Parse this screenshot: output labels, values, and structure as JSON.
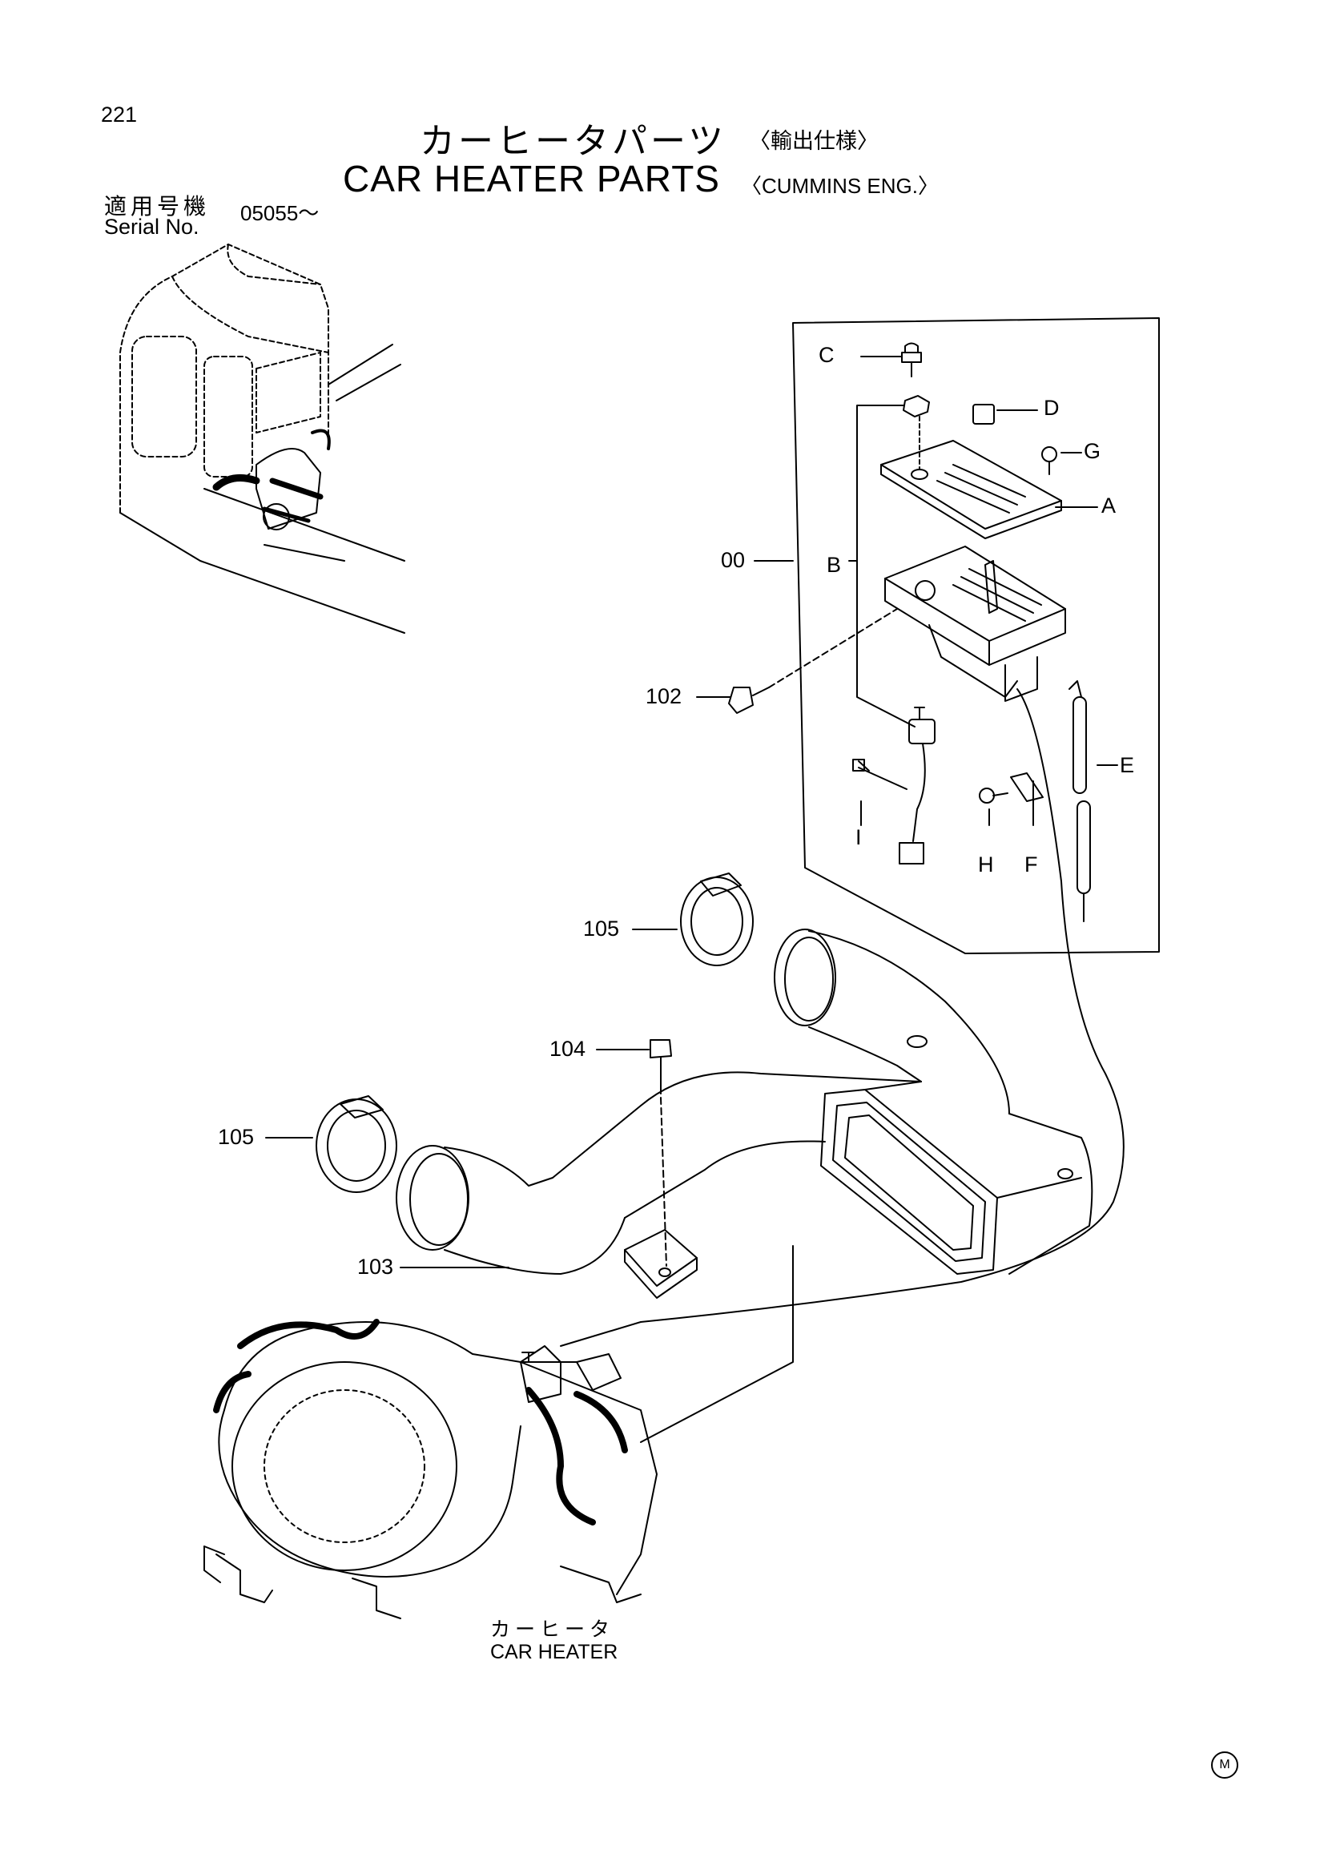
{
  "page": {
    "number": "221",
    "title_jp": "カーヒータパーツ",
    "title_jp_note": "〈輸出仕様〉",
    "title_en": "CAR HEATER PARTS",
    "title_en_note": "〈CUMMINS ENG.〉",
    "maker_mark": "M"
  },
  "serial": {
    "label_jp": "適用号機",
    "label_en": "Serial No.",
    "value": "05055～"
  },
  "callouts": {
    "c": "C",
    "d": "D",
    "g": "G",
    "a": "A",
    "b": "B",
    "e": "E",
    "f": "F",
    "h": "H",
    "i": "I",
    "p00": "00",
    "p102": "102",
    "p103": "103",
    "p104": "104",
    "p105a": "105",
    "p105b": "105"
  },
  "caption": {
    "jp": "カーヒータ",
    "en": "CAR HEATER"
  }
}
